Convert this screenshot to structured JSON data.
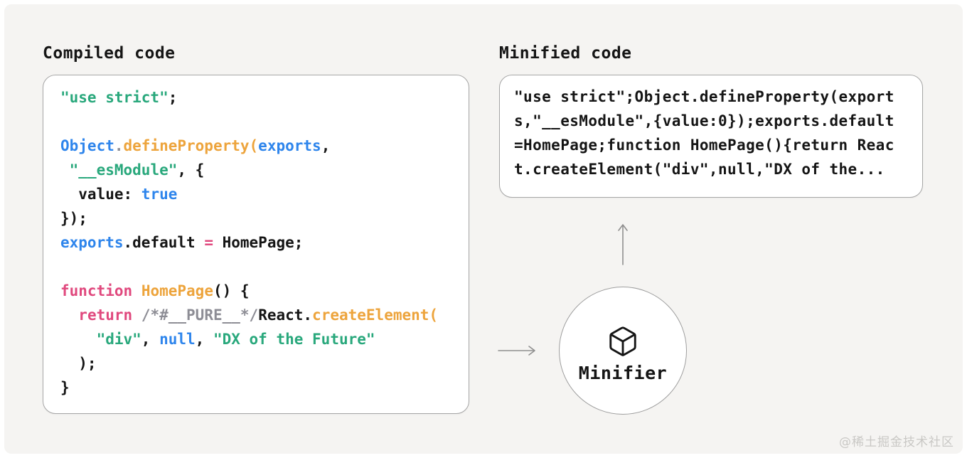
{
  "colors": {
    "canvas_bg": "#f5f4f2",
    "text": "#151515",
    "green": "#29a87c",
    "blue": "#2e85ec",
    "orange": "#eda43c",
    "pink": "#e0497e",
    "gray": "#8d8d95",
    "panel_border": "#a6a6a6",
    "circle_border": "#9e9e9e",
    "arrow": "#8f8f8f",
    "watermark": "#c9c8c5"
  },
  "compiled": {
    "title": "Compiled code",
    "lines": [
      [
        [
          "str",
          "\"use strict\""
        ],
        [
          "pun",
          ";"
        ]
      ],
      [],
      [
        [
          "blu",
          "Object"
        ],
        [
          "gry",
          "."
        ],
        [
          "orn",
          "defineProperty("
        ],
        [
          "blu",
          "exports"
        ],
        [
          "pun",
          ","
        ]
      ],
      [
        [
          "pun",
          " "
        ],
        [
          "str",
          "\"__esModule\""
        ],
        [
          "pun",
          ", {"
        ]
      ],
      [
        [
          "pun",
          "  value: "
        ],
        [
          "blu",
          "true"
        ]
      ],
      [
        [
          "pun",
          "});"
        ]
      ],
      [
        [
          "blu",
          "exports"
        ],
        [
          "pun",
          ".default "
        ],
        [
          "pnk",
          "="
        ],
        [
          "pun",
          " HomePage;"
        ]
      ],
      [],
      [
        [
          "pnk",
          "function"
        ],
        [
          "pun",
          " "
        ],
        [
          "orn",
          "HomePage"
        ],
        [
          "pun",
          "() {"
        ]
      ],
      [
        [
          "pun",
          "  "
        ],
        [
          "pnk",
          "return"
        ],
        [
          "pun",
          " "
        ],
        [
          "gry",
          "/*#__PURE__*/"
        ],
        [
          "pun",
          "React."
        ],
        [
          "orn",
          "createElement("
        ]
      ],
      [
        [
          "pun",
          "    "
        ],
        [
          "str",
          "\"div\""
        ],
        [
          "pun",
          ", "
        ],
        [
          "blu",
          "null"
        ],
        [
          "pun",
          ", "
        ],
        [
          "str",
          "\"DX of the Future\""
        ]
      ],
      [
        [
          "pun",
          "  );"
        ]
      ],
      [
        [
          "pun",
          "}"
        ]
      ]
    ]
  },
  "minified": {
    "title": "Minified code",
    "lines": [
      [
        [
          "pun",
          "\"use strict\";Object.defineProperty(export"
        ]
      ],
      [
        [
          "pun",
          "s,\"__esModule\",{value:0});exports.default"
        ]
      ],
      [
        [
          "pun",
          "=HomePage;function HomePage(){return Reac"
        ]
      ],
      [
        [
          "pun",
          "t.createElement(\"div\",null,\"DX of the..."
        ]
      ]
    ]
  },
  "minifier": {
    "label": "Minifier",
    "icon": "cube-icon"
  },
  "watermark": {
    "text": "@稀土掘金技术社区"
  }
}
